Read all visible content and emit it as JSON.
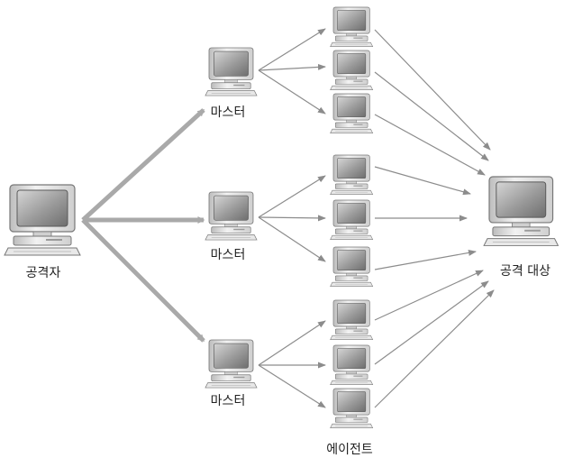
{
  "labels": {
    "attacker": "공격자",
    "master": "마스터",
    "agent": "에이전트",
    "target": "공격 대상"
  },
  "nodes": {
    "attacker_count": 1,
    "master_count": 3,
    "agents_per_master": 3,
    "target_count": 1
  },
  "colors": {
    "thick_arrow": "#a9a9a9",
    "thin_arrow": "#8c8c8c",
    "monitor_body": "#e6e6e6",
    "monitor_screen": "#8a8a8a"
  }
}
